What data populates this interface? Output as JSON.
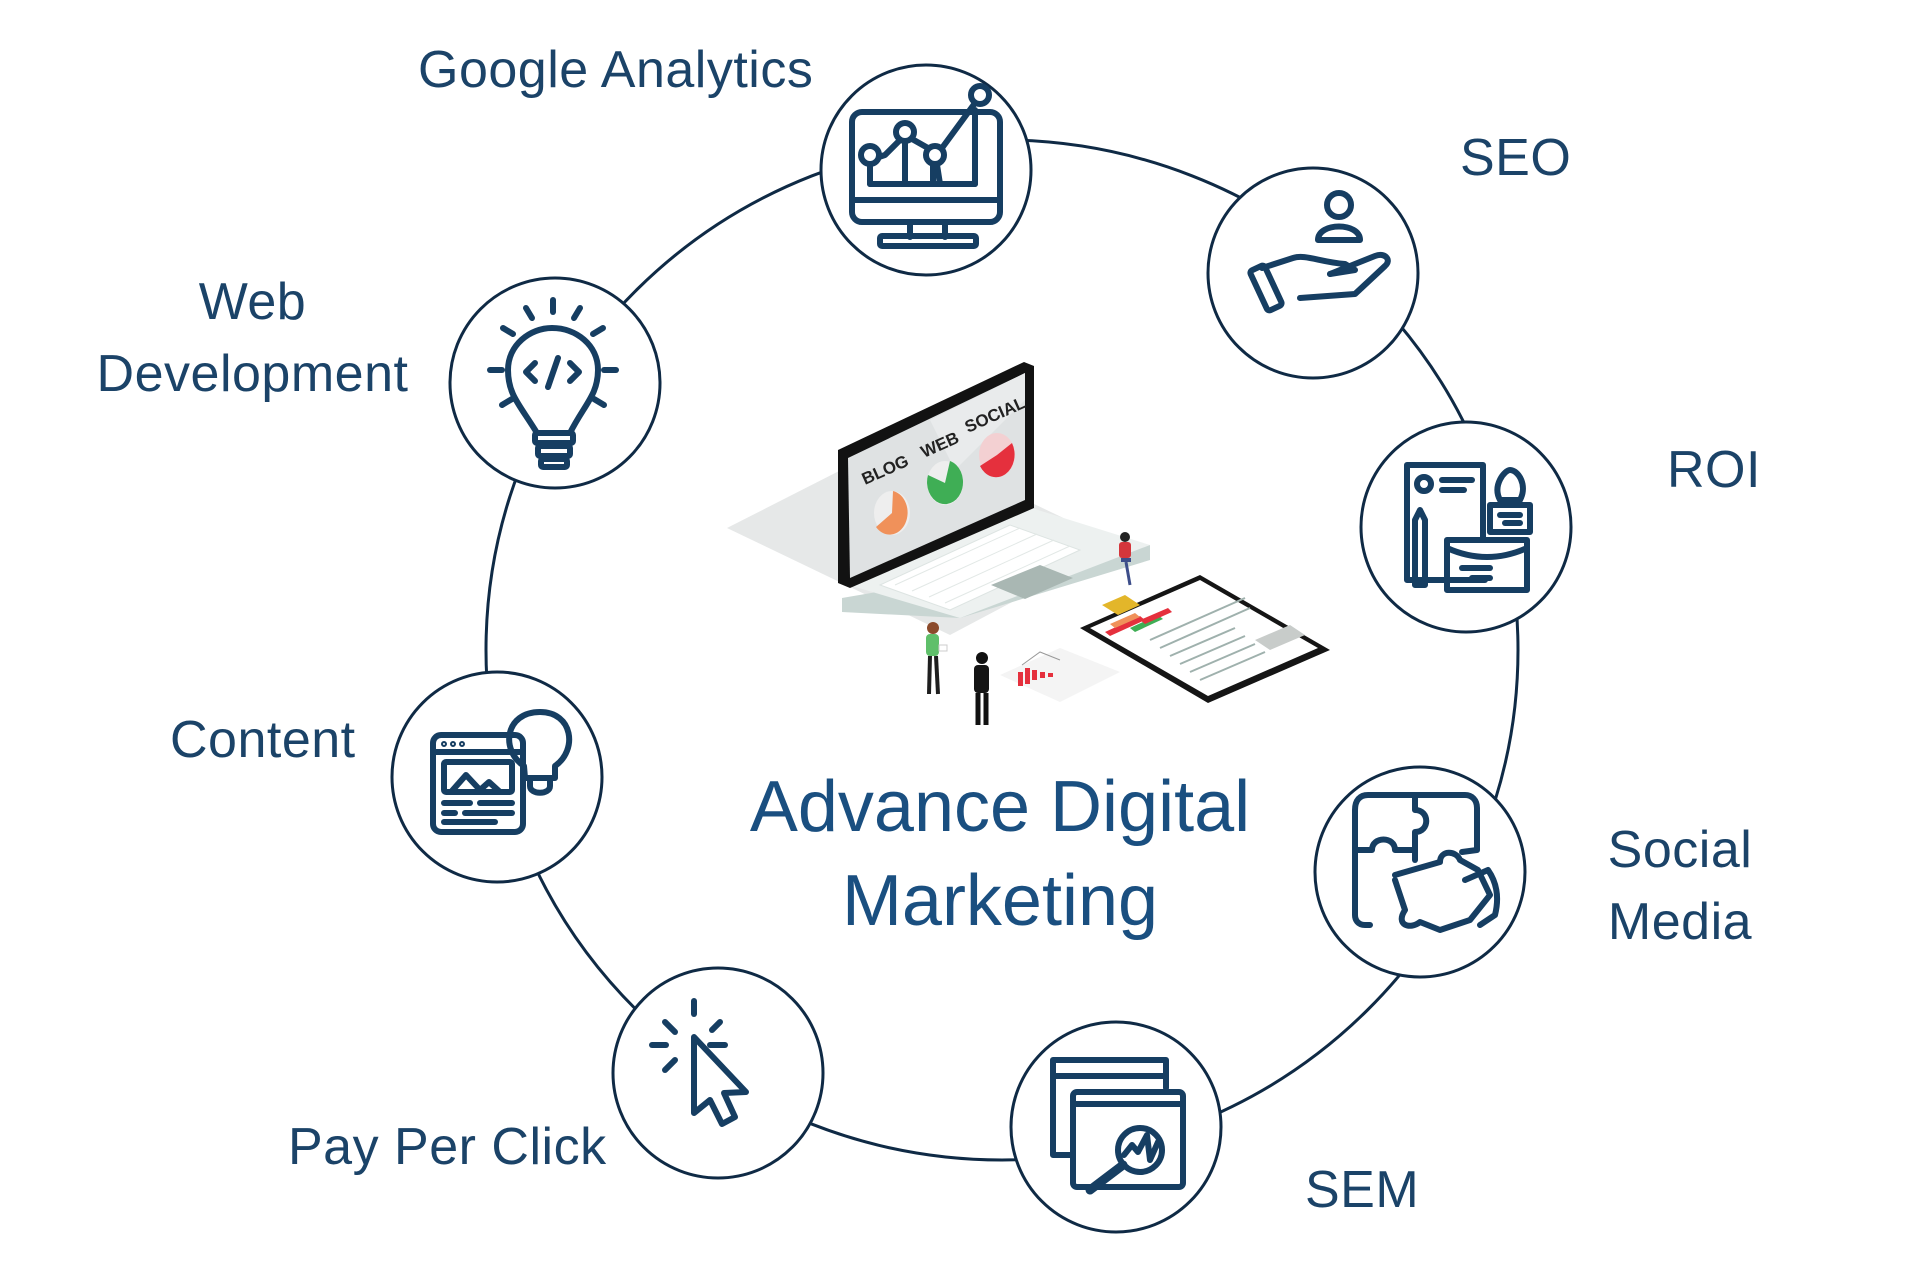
{
  "diagram": {
    "title_line1": "Advance Digital",
    "title_line2": "Marketing",
    "colors": {
      "label": "#1b4368",
      "title": "#1a4f80",
      "stroke": "#0f2a45",
      "blog_pie": "#f0915a",
      "web_pie": "#3fae55",
      "social_pie": "#e5303d",
      "clip": "#e3b62a"
    },
    "nodes": [
      {
        "id": "google-analytics",
        "label": "Google Analytics",
        "icon": "monitor-line-chart-icon"
      },
      {
        "id": "seo",
        "label": "SEO",
        "icon": "hand-holding-user-icon"
      },
      {
        "id": "roi",
        "label": "ROI",
        "icon": "stationery-envelope-icon"
      },
      {
        "id": "social-media",
        "label_line1": "Social",
        "label_line2": "Media",
        "icon": "puzzle-hand-icon"
      },
      {
        "id": "sem",
        "label": "SEM",
        "icon": "browser-magnifier-icon"
      },
      {
        "id": "pay-per-click",
        "label": "Pay Per Click",
        "icon": "cursor-click-icon"
      },
      {
        "id": "content",
        "label": "Content",
        "icon": "browser-lightbulb-icon"
      },
      {
        "id": "web-development",
        "label_line1": "Web",
        "label_line2": "Development",
        "icon": "lightbulb-code-icon"
      }
    ],
    "illustration": {
      "screen_labels": [
        "BLOG",
        "WEB",
        "SOCIAL"
      ]
    }
  }
}
